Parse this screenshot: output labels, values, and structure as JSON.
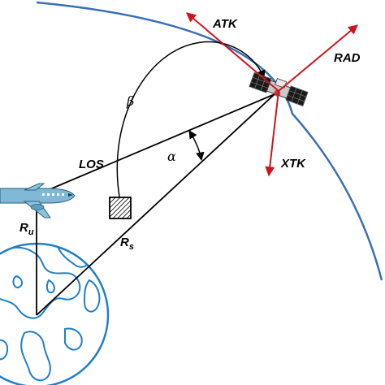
{
  "labels": {
    "atk": "ATK",
    "rad": "RAD",
    "xtk": "XTK",
    "los": "LOS",
    "beta": "β",
    "alpha": "α",
    "r_u_main": "R",
    "r_u_sub": "u",
    "r_s_main": "R",
    "r_s_sub": "s"
  },
  "colors": {
    "orbit": "#3a6fb5",
    "axes": "#d0141e",
    "earth": "#1f7fc8",
    "aircraft": "#7fb9d6",
    "lines": "#000000"
  },
  "icons": [
    "satellite-icon",
    "aircraft-icon",
    "earth-globe-icon",
    "target-area-icon"
  ]
}
